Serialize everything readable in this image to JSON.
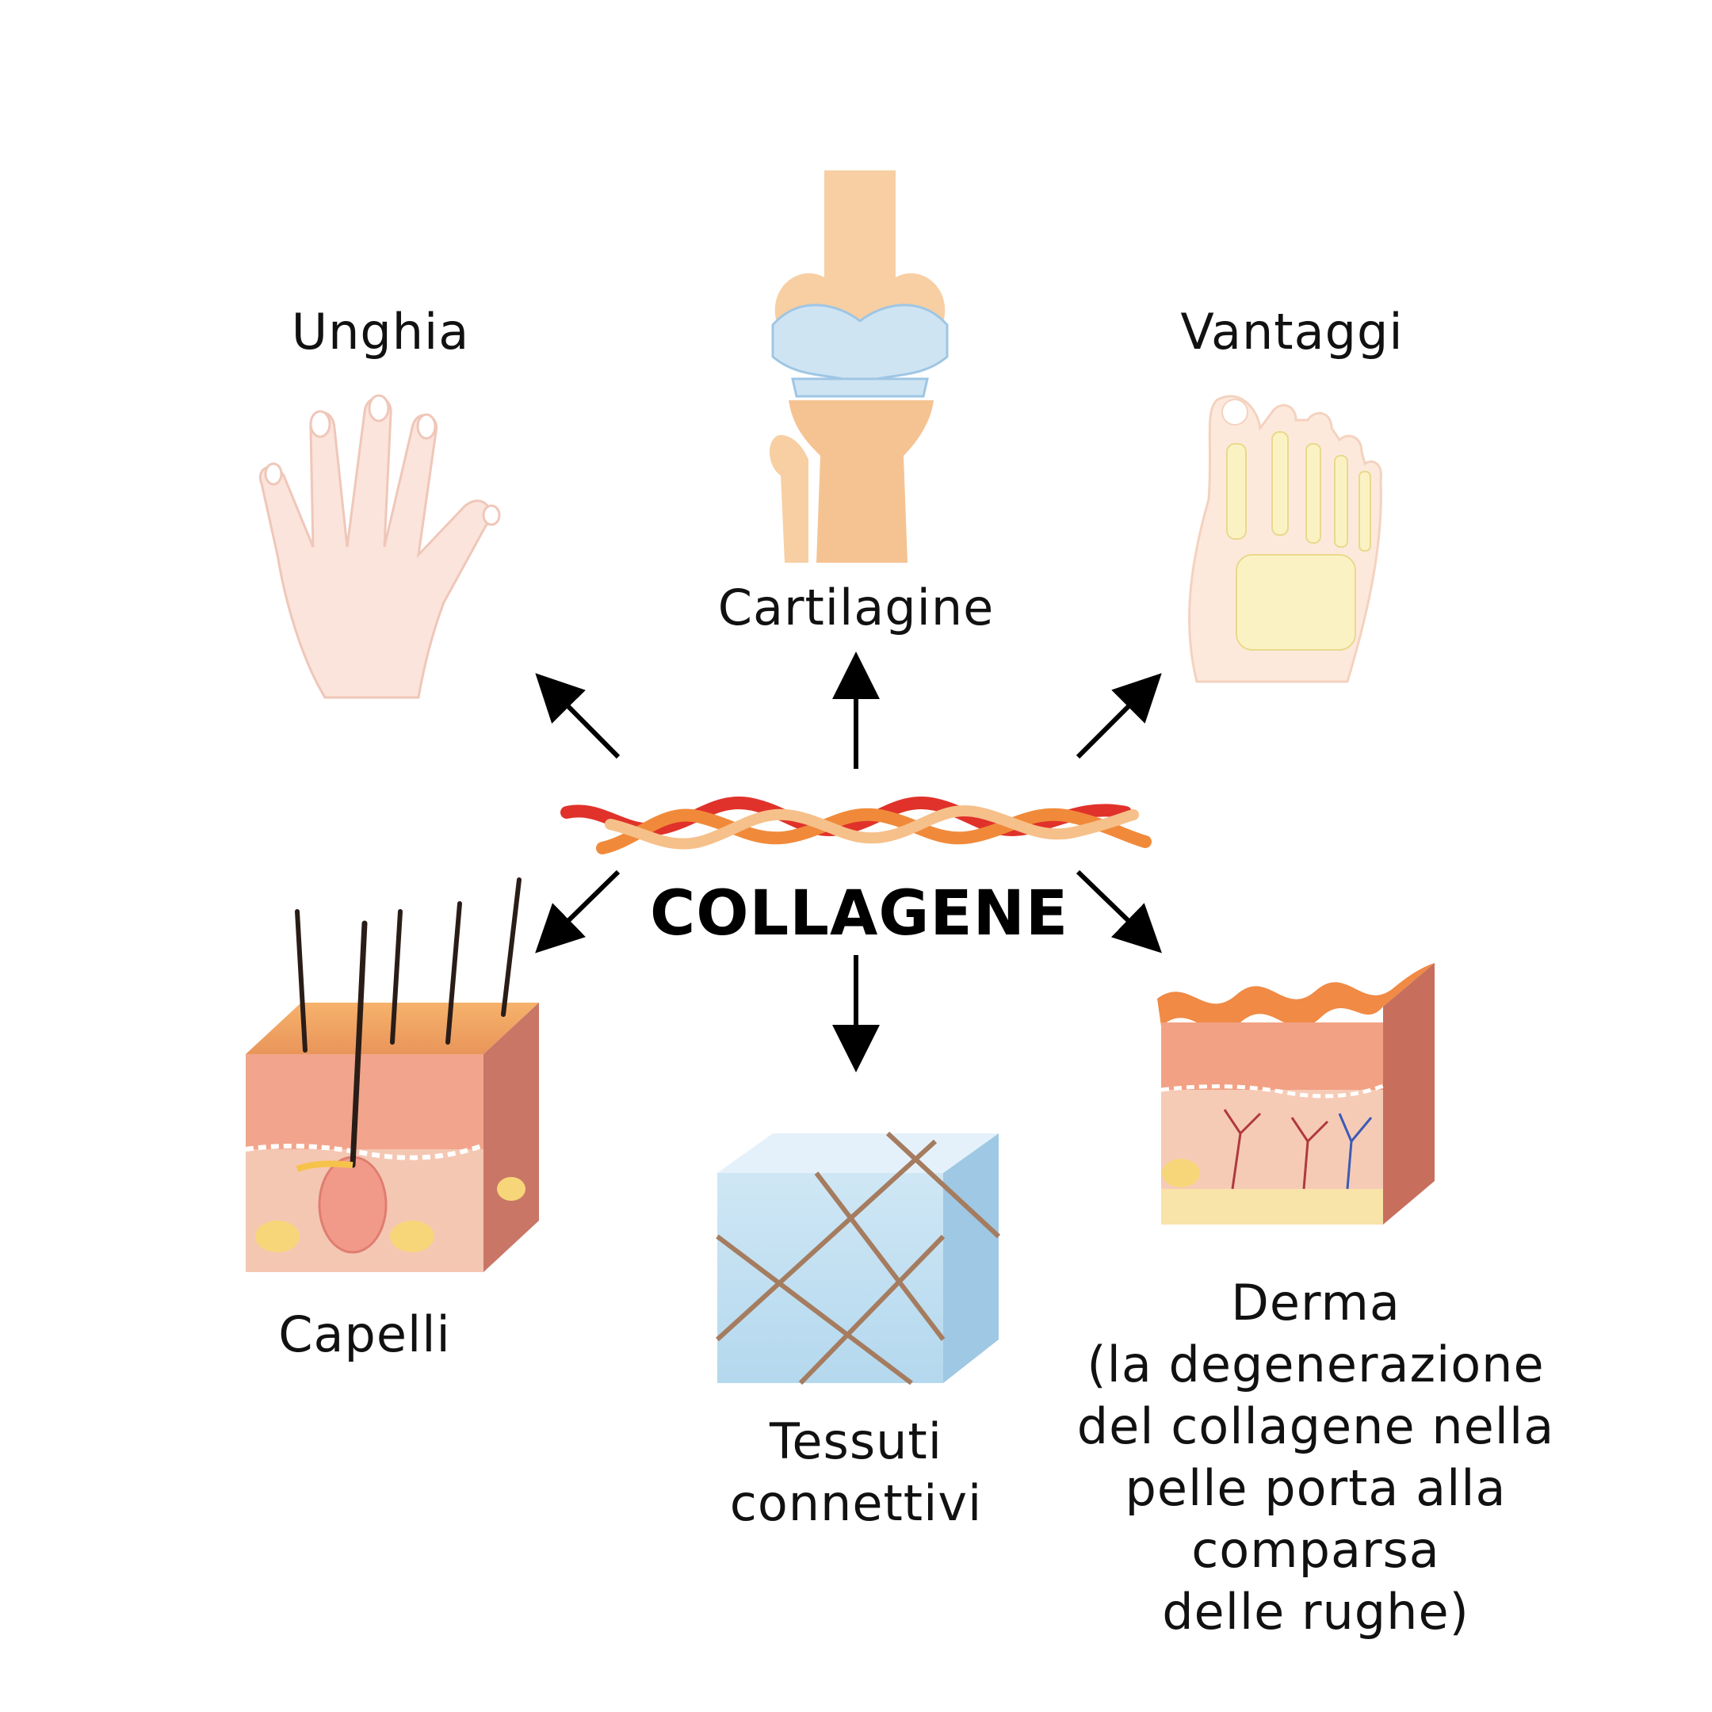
{
  "center": {
    "title": "COLLAGENE"
  },
  "nodes": {
    "unghia": {
      "label": "Unghia"
    },
    "cartilagine": {
      "label": "Cartilagine"
    },
    "vantaggi": {
      "label": "Vantaggi"
    },
    "capelli": {
      "label": "Capelli"
    },
    "tessuti": {
      "lines": [
        "Tessuti",
        "connettivi"
      ]
    },
    "derma": {
      "lines": [
        "Derma",
        "(la degenerazione",
        "del collagene nella",
        "pelle porta alla",
        "comparsa",
        "delle rughe)"
      ]
    }
  },
  "icons": {
    "hand": "hand-illustration",
    "knee": "knee-joint-illustration",
    "foot": "foot-bones-illustration",
    "hair": "hair-follicle-skin-illustration",
    "tissue": "connective-tissue-cube-illustration",
    "dermis": "dermis-skin-layer-illustration",
    "fiber": "collagen-triple-helix-illustration"
  },
  "colors": {
    "text": "#111111",
    "arrow": "#000000",
    "helix_red": "#e0322a",
    "helix_orange": "#f08a3a",
    "helix_peach": "#f6c08a"
  }
}
